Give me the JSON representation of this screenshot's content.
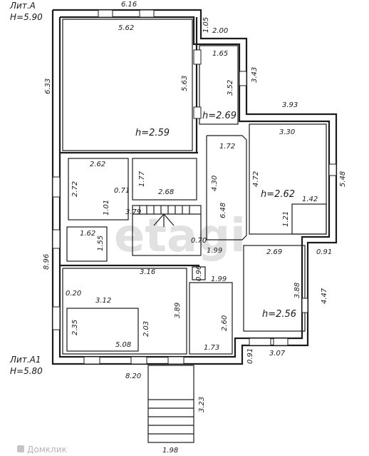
{
  "labels": {
    "lit_a": "Лит.А",
    "lit_a_height": "H=5.90",
    "lit_a1": "Лит.А1",
    "lit_a1_height": "H=5.80"
  },
  "heights": {
    "main_room": "h=2.59",
    "room_top_right": "h=2.69",
    "room_right": "h=2.62",
    "room_bottom_right": "h=2.56"
  },
  "dimensions": {
    "outer_top": "6.16",
    "outer_left": "6.33",
    "main_top": "5.62",
    "main_right": "5.63",
    "step_105": "1.05",
    "ext_200": "2.00",
    "small_165": "1.65",
    "small_352": "3.52",
    "ext_343": "3.43",
    "right_393": "3.93",
    "right_330": "3.30",
    "right_472": "4.72",
    "right_548": "5.48",
    "right_142": "1.42",
    "right_121": "1.21",
    "corr_172": "1.72",
    "corr_430": "4.30",
    "corr_648": "6.48",
    "r_262": "2.62",
    "r_272": "2.72",
    "r_071": "0.71",
    "r_177": "1.77",
    "r_268": "2.68",
    "r_101": "1.01",
    "stair_379": "3.79",
    "r_162": "1.62",
    "r_155": "1.55",
    "r_070": "0.70",
    "r_199a": "1.99",
    "r_269": "2.69",
    "r_091": "0.91",
    "r_388": "3.88",
    "r_447": "4.47",
    "left_896": "8.96",
    "r_316": "3.16",
    "r_096": "0.96",
    "r_199b": "1.99",
    "r_020": "0.20",
    "r_312": "3.12",
    "r_389": "3.89",
    "r_235": "2.35",
    "r_203": "2.03",
    "r_508": "5.08",
    "r_260": "2.60",
    "r_173": "1.73",
    "r_091b": "0.91",
    "r_307": "3.07",
    "bottom_820": "8.20",
    "porch_323": "3.23",
    "porch_198": "1.98"
  },
  "watermark": "etagi",
  "brand": "Домклик"
}
